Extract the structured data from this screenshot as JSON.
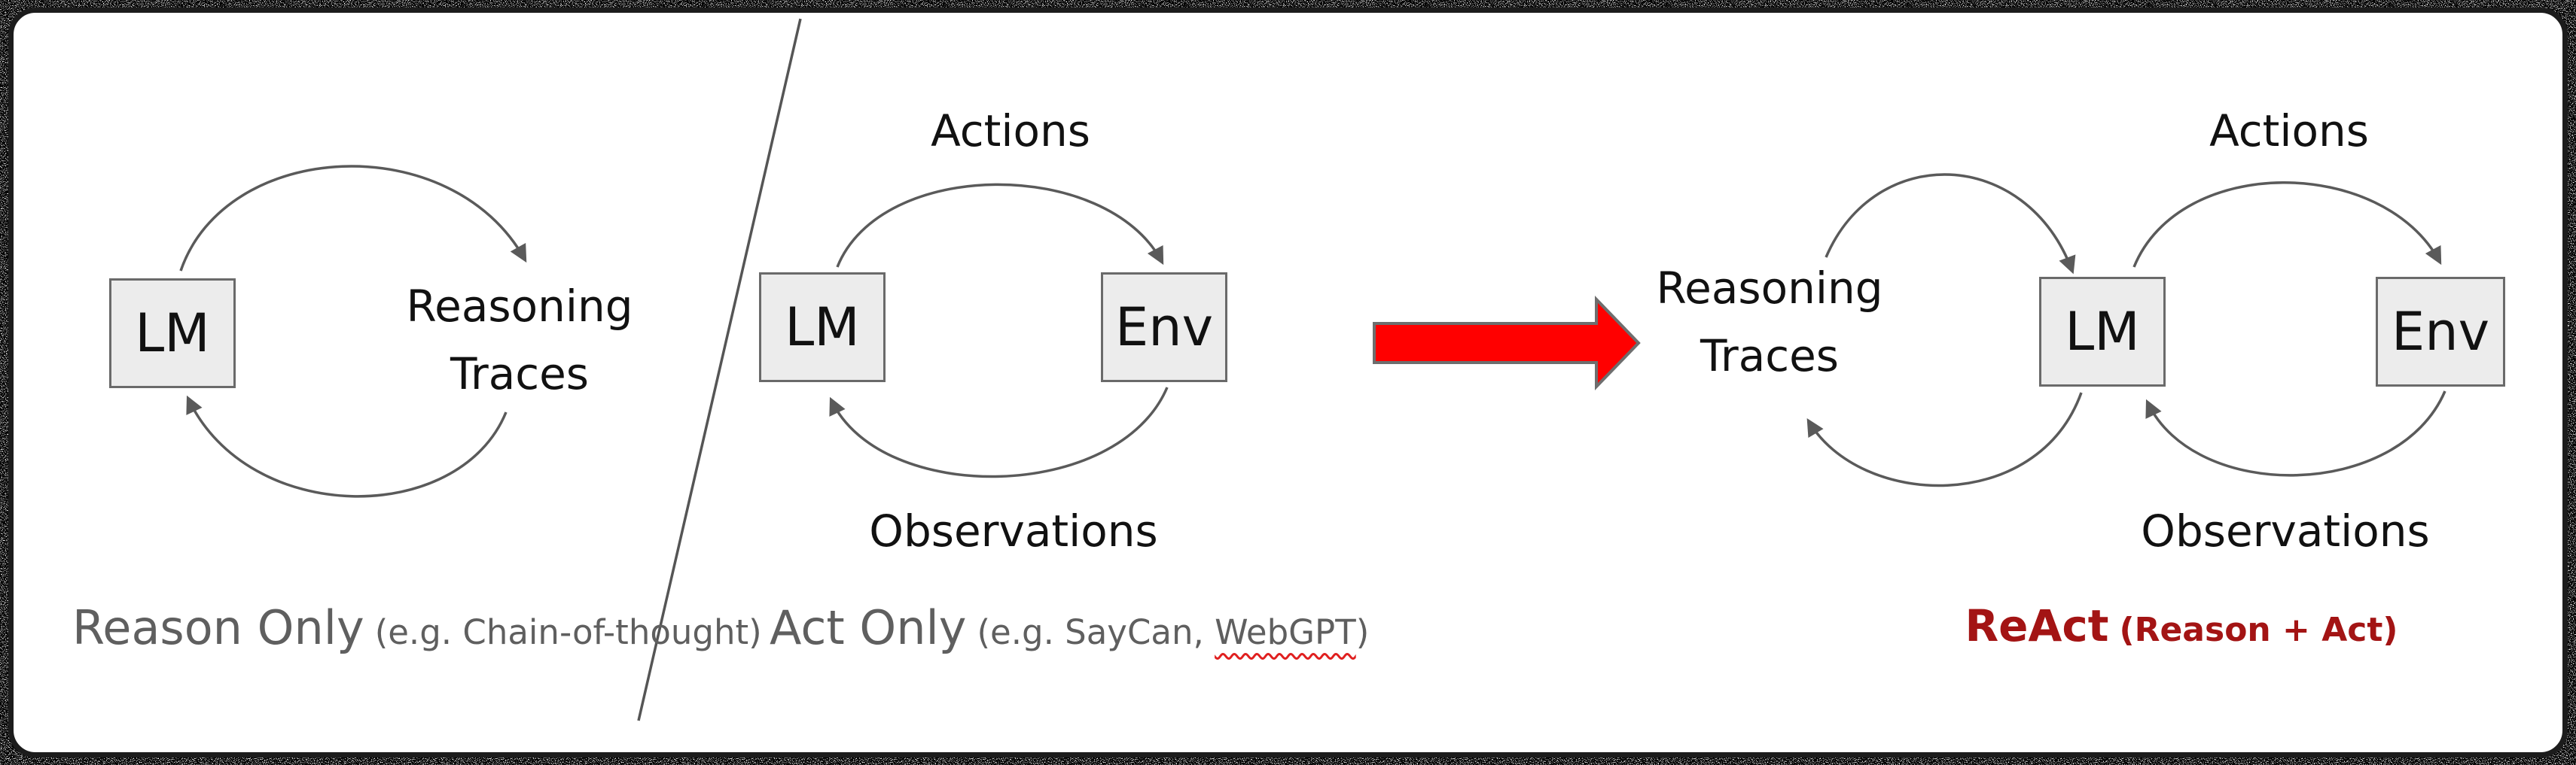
{
  "colors": {
    "frame_border": "#1c1c1c",
    "box_fill": "#ececec",
    "box_border": "#6a6a6a",
    "arrow_stroke": "#5a5a5a",
    "divider_gray": "#555555",
    "label_black": "#111111",
    "caption_gray": "#5f5f5f",
    "react_red": "#a31414",
    "big_arrow_red": "#ff0000",
    "big_arrow_outline": "#6e6e6e",
    "squiggle_red": "#e02020"
  },
  "panel_reason_only": {
    "lm_box": "LM",
    "trace_line1": "Reasoning",
    "trace_line2": "Traces",
    "caption_main": "Reason Only",
    "caption_detail": "(e.g. Chain-of-thought)"
  },
  "panel_act_only": {
    "lm_box": "LM",
    "env_box": "Env",
    "actions_label": "Actions",
    "observations_label": "Observations",
    "caption_main": "Act Only",
    "caption_detail_prefix": "(e.g. SayCan, ",
    "caption_detail_word": "WebGPT",
    "caption_detail_suffix": ")"
  },
  "panel_react": {
    "trace_line1": "Reasoning",
    "trace_line2": "Traces",
    "lm_box": "LM",
    "env_box": "Env",
    "actions_label": "Actions",
    "observations_label": "Observations",
    "caption_main": "ReAct",
    "caption_detail": "(Reason + Act)"
  }
}
